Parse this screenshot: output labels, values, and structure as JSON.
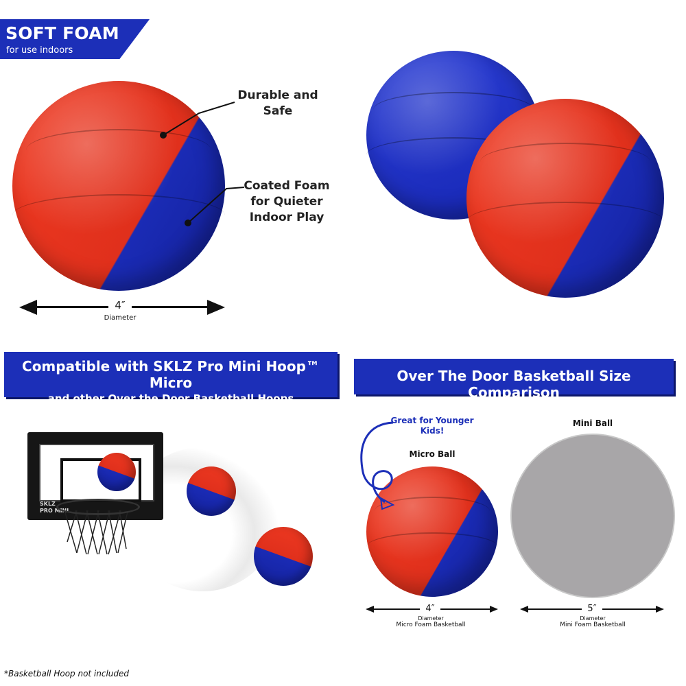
{
  "banner": {
    "title": "SOFT FOAM",
    "subtitle": "for use indoors"
  },
  "callouts": {
    "durable": [
      "Durable and",
      "Safe"
    ],
    "coated": [
      "Coated Foam",
      "for Quieter",
      "Indoor Play"
    ]
  },
  "size_top": {
    "value": "4″",
    "label": "Diameter"
  },
  "compat_banner": {
    "title": "Compatible with SKLZ Pro Mini Hoop™ Micro",
    "subtitle": "and other Over the Door Basketball Hoops"
  },
  "hoop_brand": [
    "SKLZ",
    "PRO MINI"
  ],
  "compare_banner": {
    "title": "Over The Door Basketball Size Comparison"
  },
  "comparison": {
    "younger_kids": [
      "Great for Younger",
      "Kids!"
    ],
    "micro": {
      "name": "Micro Ball",
      "value": "4″",
      "unit": "Diameter",
      "label": "Micro Foam Basketball"
    },
    "mini": {
      "name": "Mini Ball",
      "value": "5″",
      "unit": "Diameter",
      "label": "Mini Foam Basketball"
    }
  },
  "footnote": "*Basketball Hoop not included",
  "colors": {
    "brand_blue": "#1c2fb8",
    "ball_red": "#e0301c",
    "ball_blue": "#1626b4",
    "gray_ball": "#a8a6a8"
  }
}
